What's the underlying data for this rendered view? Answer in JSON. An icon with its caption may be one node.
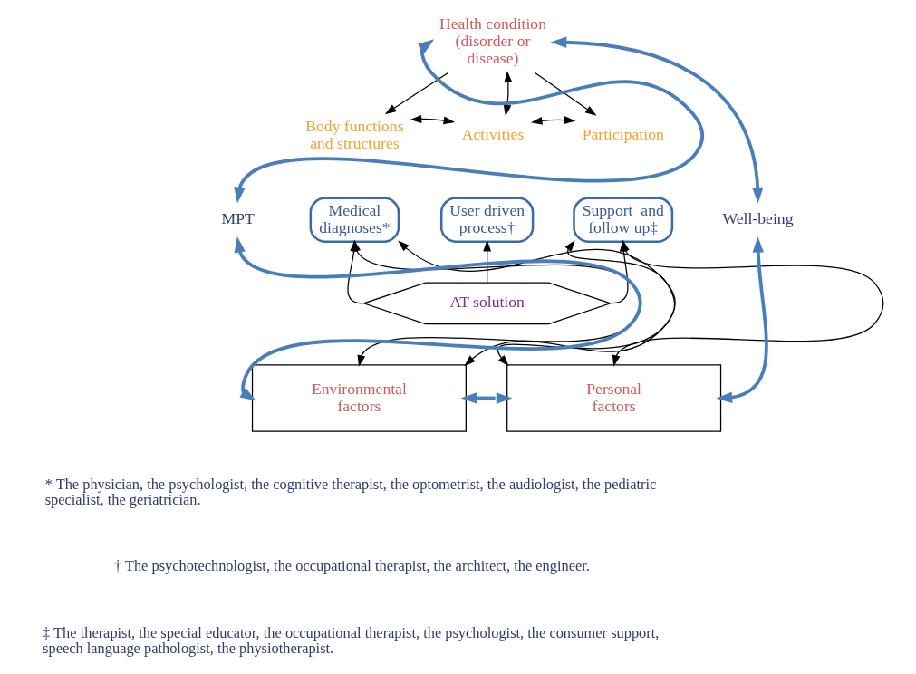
{
  "diagram": {
    "nodes": [
      {
        "text": [
          "Health condition (disorder or disease)"
        ]
      },
      {
        "text": [
          "Body functions and structures"
        ]
      },
      {
        "text": [
          "Activities"
        ]
      },
      {
        "text": [
          "Participation"
        ]
      },
      {
        "text": [
          "Medical diagnoses*"
        ]
      },
      {
        "text": [
          "User driven process†"
        ]
      },
      {
        "text": [
          "Support  and follow up‡"
        ]
      },
      {
        "text": [
          "AT solution"
        ]
      },
      {
        "text": [
          "Environmental factors"
        ]
      },
      {
        "text": [
          "Personal factors"
        ]
      },
      {
        "text": [
          "MPT"
        ]
      },
      {
        "text": [
          "Well-being"
        ]
      }
    ],
    "edges": [
      {
        "from": 0,
        "to": 2,
        "arrow": "both"
      },
      {
        "from": 0,
        "to": 1,
        "arrow": "to"
      },
      {
        "from": 0,
        "to": 3,
        "arrow": "to"
      },
      {
        "from": 1,
        "to": 2,
        "arrow": "both"
      },
      {
        "from": 2,
        "to": 3,
        "arrow": "both"
      },
      {
        "from": 7,
        "to": 4,
        "arrow": "to"
      },
      {
        "from": 7,
        "to": 5,
        "arrow": "to"
      },
      {
        "from": 7,
        "to": 6,
        "arrow": "to"
      },
      {
        "from": 8,
        "to": 4,
        "arrow": "both"
      },
      {
        "from": 8,
        "to": 6,
        "arrow": "both"
      },
      {
        "from": 9,
        "to": 4,
        "arrow": "both"
      },
      {
        "from": 9,
        "to": 6,
        "arrow": "both"
      },
      {
        "from": 8,
        "to": 9,
        "arrow": "both",
        "style": "thick",
        "color": "#4a7ebb"
      },
      {
        "from": 10,
        "to": 0,
        "arrow": "both",
        "style": "thick",
        "color": "#4a7ebb"
      },
      {
        "from": 10,
        "to": 8,
        "arrow": "both",
        "style": "thick",
        "color": "#4a7ebb"
      },
      {
        "from": 11,
        "to": 0,
        "arrow": "both",
        "style": "thick",
        "color": "#4a7ebb"
      },
      {
        "from": 11,
        "to": 9,
        "arrow": "both",
        "style": "thick",
        "color": "#4a7ebb"
      }
    ],
    "labels": [
      "* The physician, the psychologist, the cognitive therapist, the optometrist, the audiologist, the pediatric specialist, the geriatrician.",
      "† The psychotechnologist, the occupational therapist, the architect, the engineer.",
      "‡ The therapist, the special educator, the occupational therapist, the psychologist, the consumer support, speech language pathologist, the physiotherapist."
    ]
  }
}
